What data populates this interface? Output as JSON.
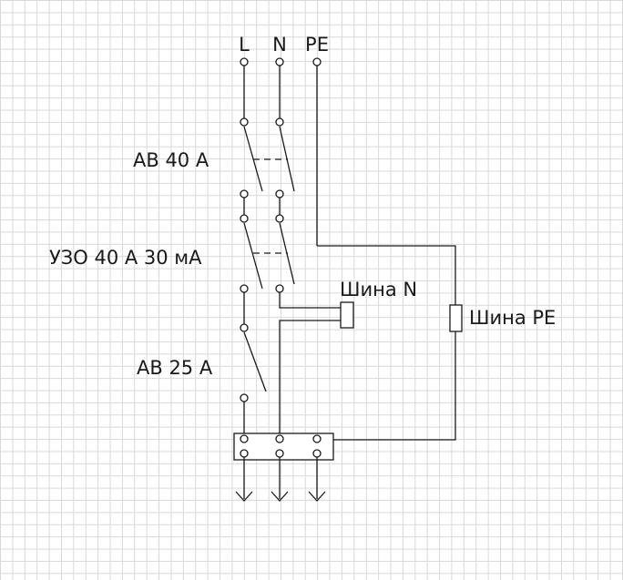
{
  "inputs": {
    "l": "L",
    "n": "N",
    "pe": "PE"
  },
  "devices": {
    "main_breaker": "АВ 40 А",
    "rcd": "УЗО 40 А 30 мА",
    "branch_breaker": "АВ 25 А"
  },
  "buses": {
    "n_bus": "Шина N",
    "pe_bus": "Шина PE"
  }
}
